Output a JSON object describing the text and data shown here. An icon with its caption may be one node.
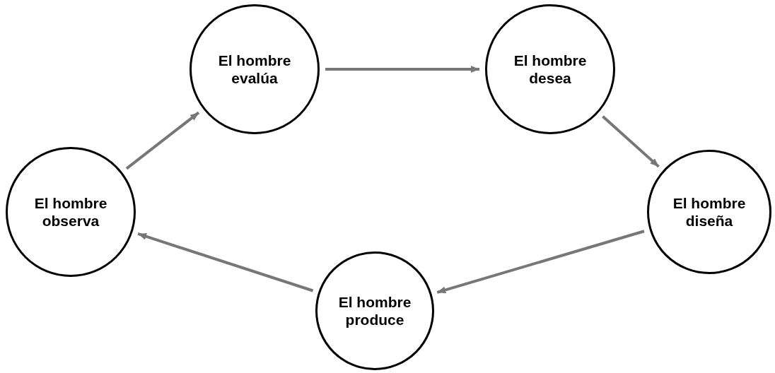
{
  "diagram": {
    "nodes": [
      {
        "text": [
          "El hombre observa"
        ]
      },
      {
        "text": [
          "El hombre evalúa"
        ]
      },
      {
        "text": [
          "El hombre desea"
        ]
      },
      {
        "text": [
          "El hombre diseña"
        ]
      },
      {
        "text": [
          "El hombre produce"
        ]
      }
    ],
    "edges": [
      {
        "from": 0,
        "to": 1,
        "arrow": "to"
      },
      {
        "from": 1,
        "to": 2,
        "arrow": "to"
      },
      {
        "from": 2,
        "to": 3,
        "arrow": "to"
      },
      {
        "from": 3,
        "to": 4,
        "arrow": "to"
      },
      {
        "from": 4,
        "to": 0,
        "arrow": "to"
      }
    ]
  }
}
